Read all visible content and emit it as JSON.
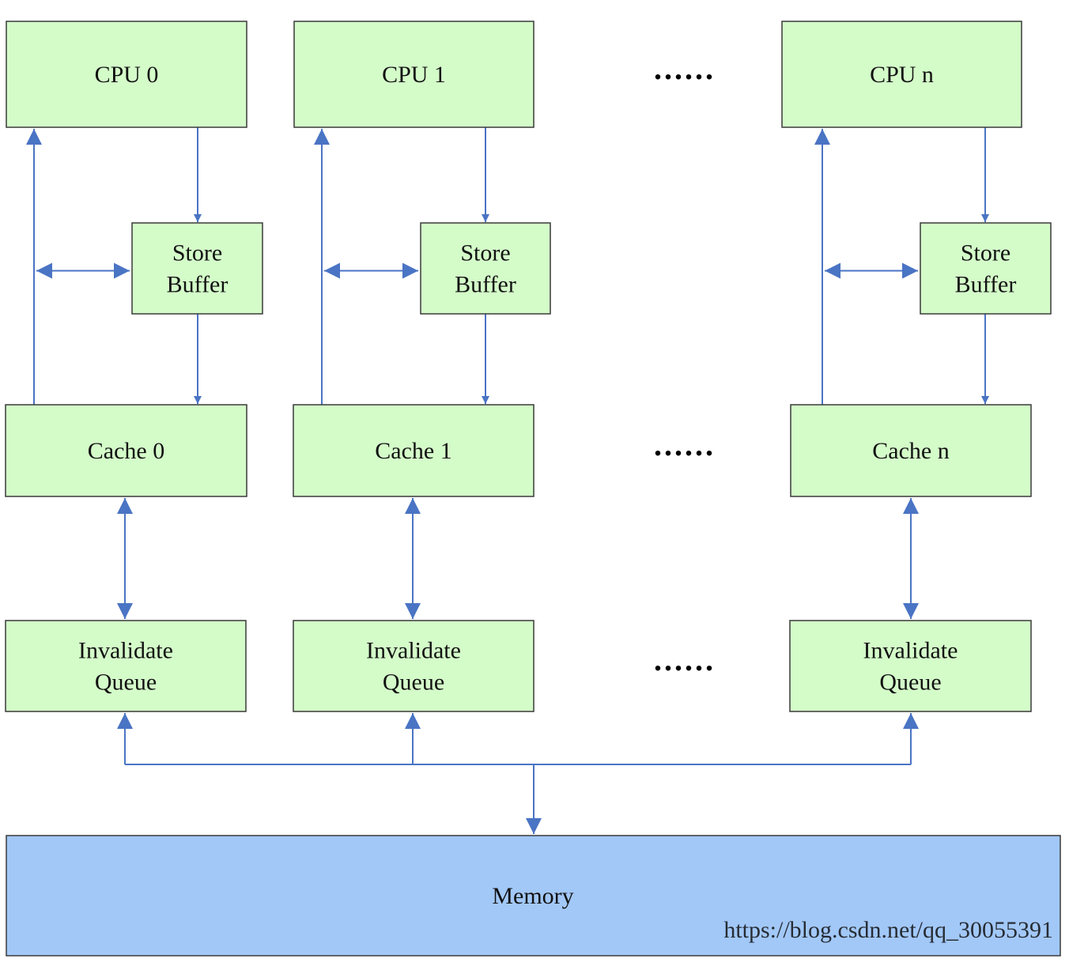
{
  "colors": {
    "box_fill": "#d4fcc9",
    "memory_fill": "#a2c8f8",
    "connector": "#4a74c4",
    "border": "#3a3a3a"
  },
  "columns": [
    {
      "cpu": "CPU 0",
      "store_buffer": [
        "Store",
        "Buffer"
      ],
      "cache": "Cache 0",
      "invalidate_queue": [
        "Invalidate",
        "Queue"
      ]
    },
    {
      "cpu": "CPU 1",
      "store_buffer": [
        "Store",
        "Buffer"
      ],
      "cache": "Cache 1",
      "invalidate_queue": [
        "Invalidate",
        "Queue"
      ]
    },
    {
      "cpu": "CPU n",
      "store_buffer": [
        "Store",
        "Buffer"
      ],
      "cache": "Cache n",
      "invalidate_queue": [
        "Invalidate",
        "Queue"
      ]
    }
  ],
  "ellipsis": "......",
  "memory": "Memory",
  "watermark": "https://blog.csdn.net/qq_30055391"
}
